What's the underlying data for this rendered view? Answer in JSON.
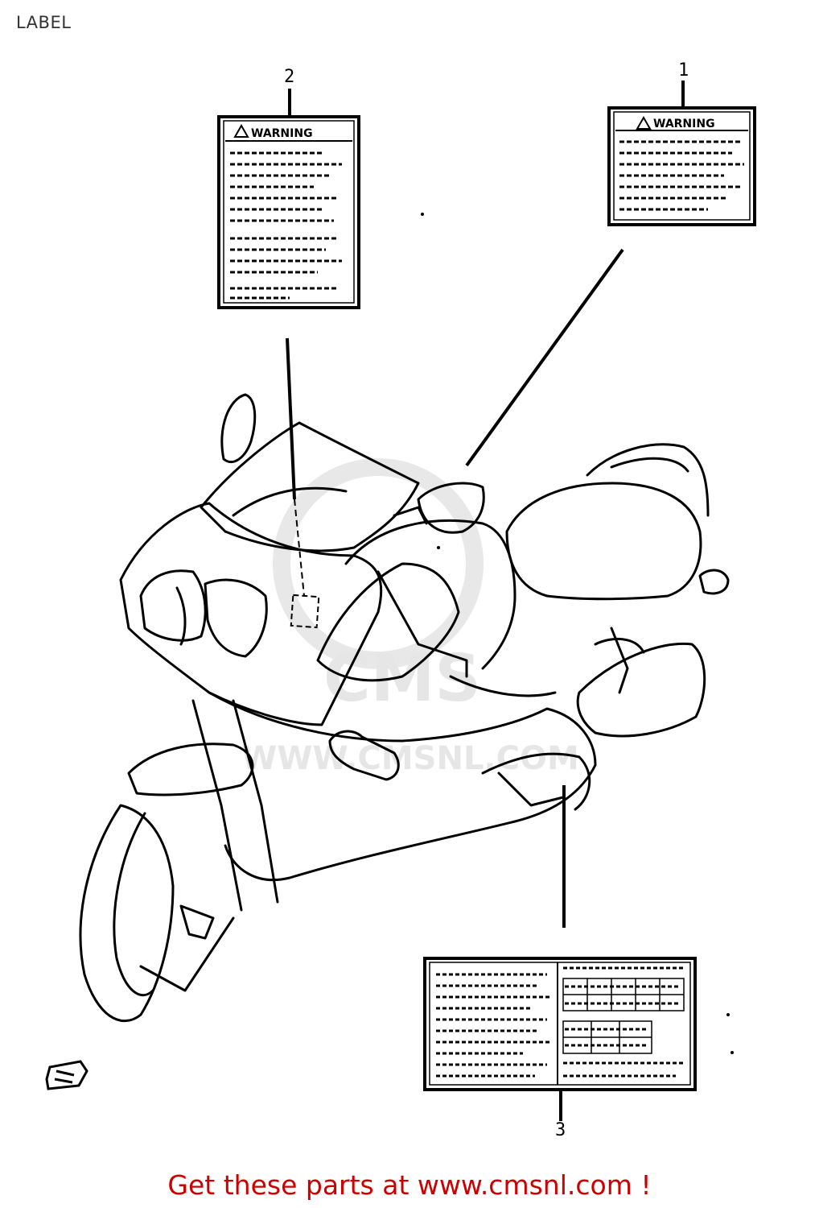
{
  "header": {
    "title": "LABEL"
  },
  "callouts": [
    {
      "number": "1",
      "part": "warning label (tank)"
    },
    {
      "number": "2",
      "part": "warning label (fairing)"
    },
    {
      "number": "3",
      "part": "information label"
    }
  ],
  "labels": {
    "label1_heading": "WARNING",
    "label2_heading": "WARNING"
  },
  "watermark": {
    "text": "WWW.CMSNL.COM"
  },
  "footer": {
    "link_text": "Get these parts at www.cmsnl.com !"
  },
  "colors": {
    "footer_link": "#cc0000",
    "line": "#000000",
    "watermark": "#e4e4e4"
  }
}
